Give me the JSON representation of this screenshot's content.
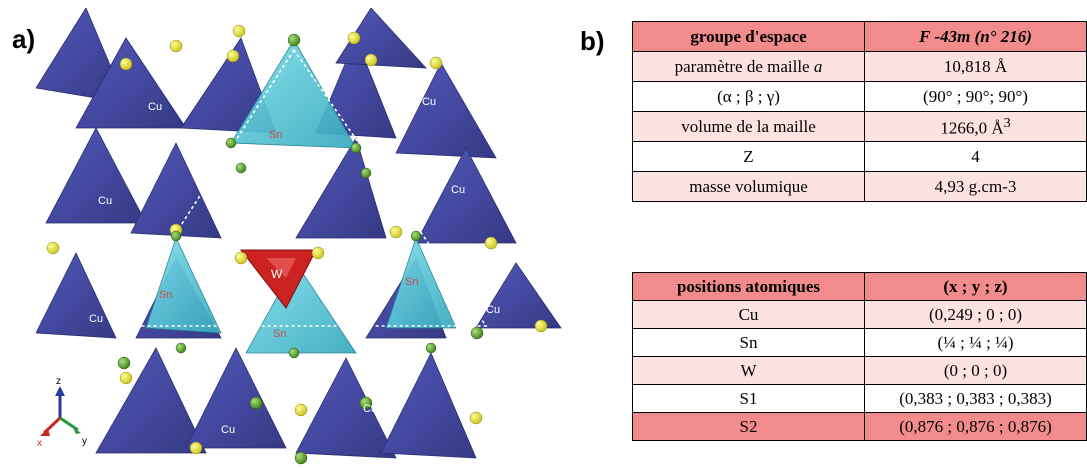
{
  "panel_a": {
    "label": "a)",
    "atom_labels": {
      "cu": "Cu",
      "sn": "Sn",
      "w": "W",
      "s1": "S1",
      "s2": "S2"
    },
    "axes": {
      "x": "x",
      "y": "y",
      "z": "z"
    }
  },
  "panel_b": {
    "label": "b)",
    "space_table": {
      "header": {
        "name": "groupe d'espace",
        "value_prefix": "F",
        "value_main": "-43m",
        "value_suffix": " (n° 216)"
      },
      "rows": [
        {
          "name": "paramètre de maille ",
          "name_italic": "a",
          "value": "10,818 Å"
        },
        {
          "name": "(α ; β ; γ)",
          "value": "(90° ; 90°; 90°)"
        },
        {
          "name": "volume de la maille",
          "value": "1266,0 Å",
          "value_sup": "3"
        },
        {
          "name": "Z",
          "value": "4"
        },
        {
          "name": "masse volumique",
          "value": "4,93 g.cm-3"
        }
      ]
    },
    "positions_table": {
      "header": {
        "name": "positions atomiques",
        "value": "(x ; y ; z)"
      },
      "rows": [
        {
          "name": "Cu",
          "value": "(0,249 ; 0 ; 0)"
        },
        {
          "name": "Sn",
          "value": "(¼ ; ¼ ; ¼)"
        },
        {
          "name": "W",
          "value": "(0 ; 0 ; 0)"
        },
        {
          "name": "S1",
          "value": "(0,383 ; 0,383 ; 0,383)"
        },
        {
          "name": "S2",
          "value": "(0,876 ; 0,876 ; 0,876)"
        }
      ]
    }
  },
  "colors": {
    "cu_tetra": "#3a3f9c",
    "sn_tetra": "#52c7d8",
    "w_tetra": "#cc2222",
    "s1_atom": "#5aa82a",
    "s2_atom": "#e6e02a",
    "table_dark_row": "#f28c8c",
    "table_light_row": "#fde2e2"
  }
}
